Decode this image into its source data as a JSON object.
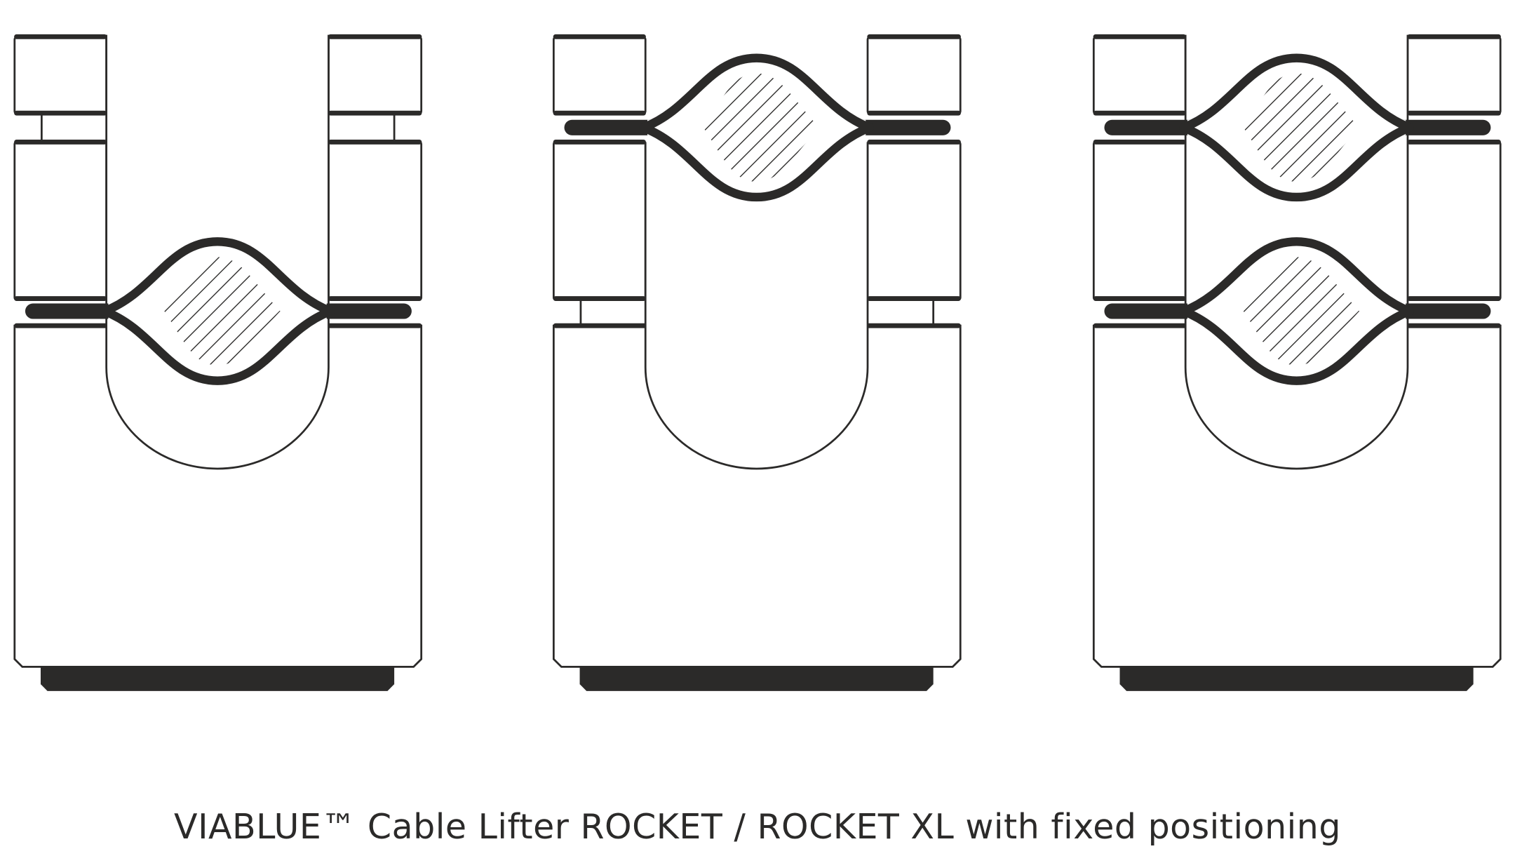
{
  "caption": "VIABLUE™ Cable Lifter ROCKET / ROCKET XL with fixed positioning",
  "colors": {
    "ink": "#2b2a29",
    "background": "#ffffff"
  },
  "diagrams": [
    {
      "name": "single-cable-low",
      "cable_levels": [
        "lower"
      ]
    },
    {
      "name": "single-cable-high",
      "cable_levels": [
        "upper"
      ]
    },
    {
      "name": "double-cable",
      "cable_levels": [
        "upper",
        "lower"
      ]
    }
  ]
}
